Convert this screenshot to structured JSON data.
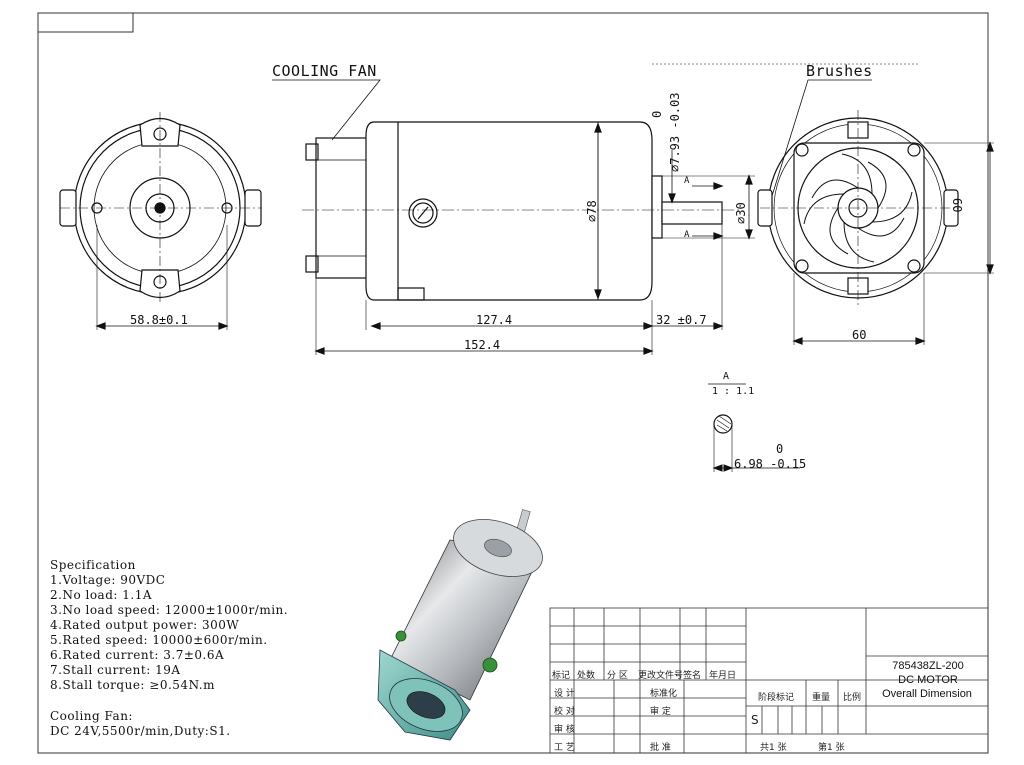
{
  "labels": {
    "cooling_fan": "COOLING FAN",
    "brushes": "Brushes"
  },
  "dimensions": {
    "front_width": "58.8±0.1",
    "body_length": "127.4",
    "shaft_length": "32 ±0.7",
    "total_length": "152.4",
    "rear_width": "60",
    "rear_height": "60",
    "body_dia": "∅78",
    "shaft_dia": "∅7.93 -0.03",
    "shaft_tol_top": "0",
    "flange_dia": "∅30",
    "section_a": "A",
    "section_scale": "1 : 1.1",
    "flat_width": "6.98 -0.15",
    "flat_tol_top": "0",
    "arrow_a": "A"
  },
  "specification": {
    "title": "Specification",
    "items": [
      "1.Voltage: 90VDC",
      "2.No load: 1.1A",
      "3.No load speed: 12000±1000r/min.",
      "4.Rated output power: 300W",
      "5.Rated speed: 10000±600r/min.",
      "6.Rated current: 3.7±0.6A",
      "7.Stall current: 19A",
      "8.Stall torque: ≥0.54N.m"
    ]
  },
  "cooling_fan_spec": {
    "title": "Cooling Fan:",
    "value": "DC 24V,5500r/min,Duty:S1."
  },
  "title_block": {
    "part_number": "785438ZL-200",
    "name": "DC MOTOR",
    "description": "Overall Dimension",
    "row_headers": [
      "标记",
      "处数",
      "分 区",
      "更改文件号",
      "签名",
      "年月日"
    ],
    "left_labels": [
      "设 计",
      "校 对",
      "审 核",
      "工 艺"
    ],
    "mid_labels": [
      "标准化",
      "审 定",
      "批 准"
    ],
    "stage_label": "阶段标记",
    "weight_label": "重量",
    "scale_label": "比例",
    "stage_value": "S",
    "sheets_total": "共1 张",
    "sheet_num": "第1 张"
  }
}
